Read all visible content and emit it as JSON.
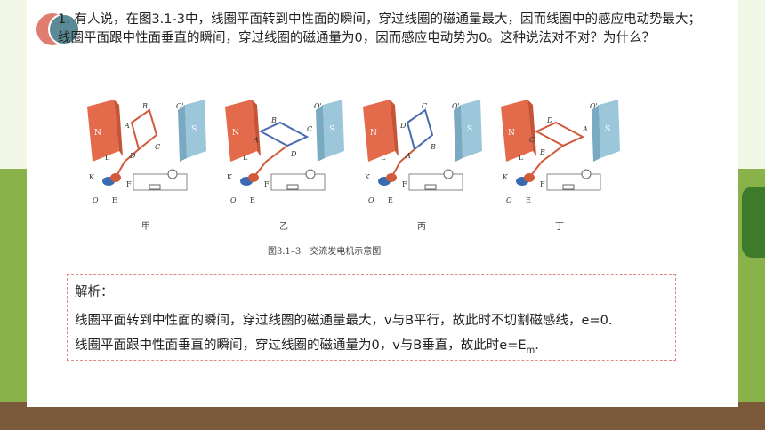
{
  "question": {
    "text": "1. 有人说，在图3.1-3中，线圈平面转到中性面的瞬间，穿过线圈的磁通量最大，因而线圈中的感应电动势最大；线圈平面跟中性面垂直的瞬间，穿过线圈的磁通量为0，因而感应电动势为0。这种说法对不对？为什么？"
  },
  "figure": {
    "panels": [
      {
        "label": "甲",
        "letters": {
          "a": "A",
          "b": "B",
          "c": "C",
          "d": "D"
        }
      },
      {
        "label": "乙",
        "letters": {
          "a": "A",
          "b": "B",
          "c": "C",
          "d": "D"
        }
      },
      {
        "label": "丙",
        "letters": {
          "a": "D",
          "b": "C",
          "c": "B",
          "d": "A"
        }
      },
      {
        "label": "丁",
        "letters": {
          "a": "A",
          "b": "D",
          "c": "C",
          "d": "B"
        }
      }
    ],
    "magnet_n": "N",
    "magnet_s": "S",
    "axis_label": "O'",
    "axis_bottom": "O",
    "ring_l": "L",
    "brush_k": "K",
    "brush_e": "E",
    "brush_f": "F",
    "caption": "图3.1–3　交流发电机示意图"
  },
  "answer": {
    "title": "解析：",
    "line1": "线圈平面转到中性面的瞬间，穿过线圈的磁通量最大，v与B平行，故此时不切割磁感线，e=0.",
    "line2_prefix": "线圈平面跟中性面垂直的瞬间，穿过线圈的磁通量为0，v与B垂直，故此时e=E",
    "line2_sub": "m",
    "line2_suffix": "."
  },
  "colors": {
    "accent_red": "#e07c70",
    "accent_teal": "#5a8a95",
    "dashed_border": "#e08a85"
  }
}
